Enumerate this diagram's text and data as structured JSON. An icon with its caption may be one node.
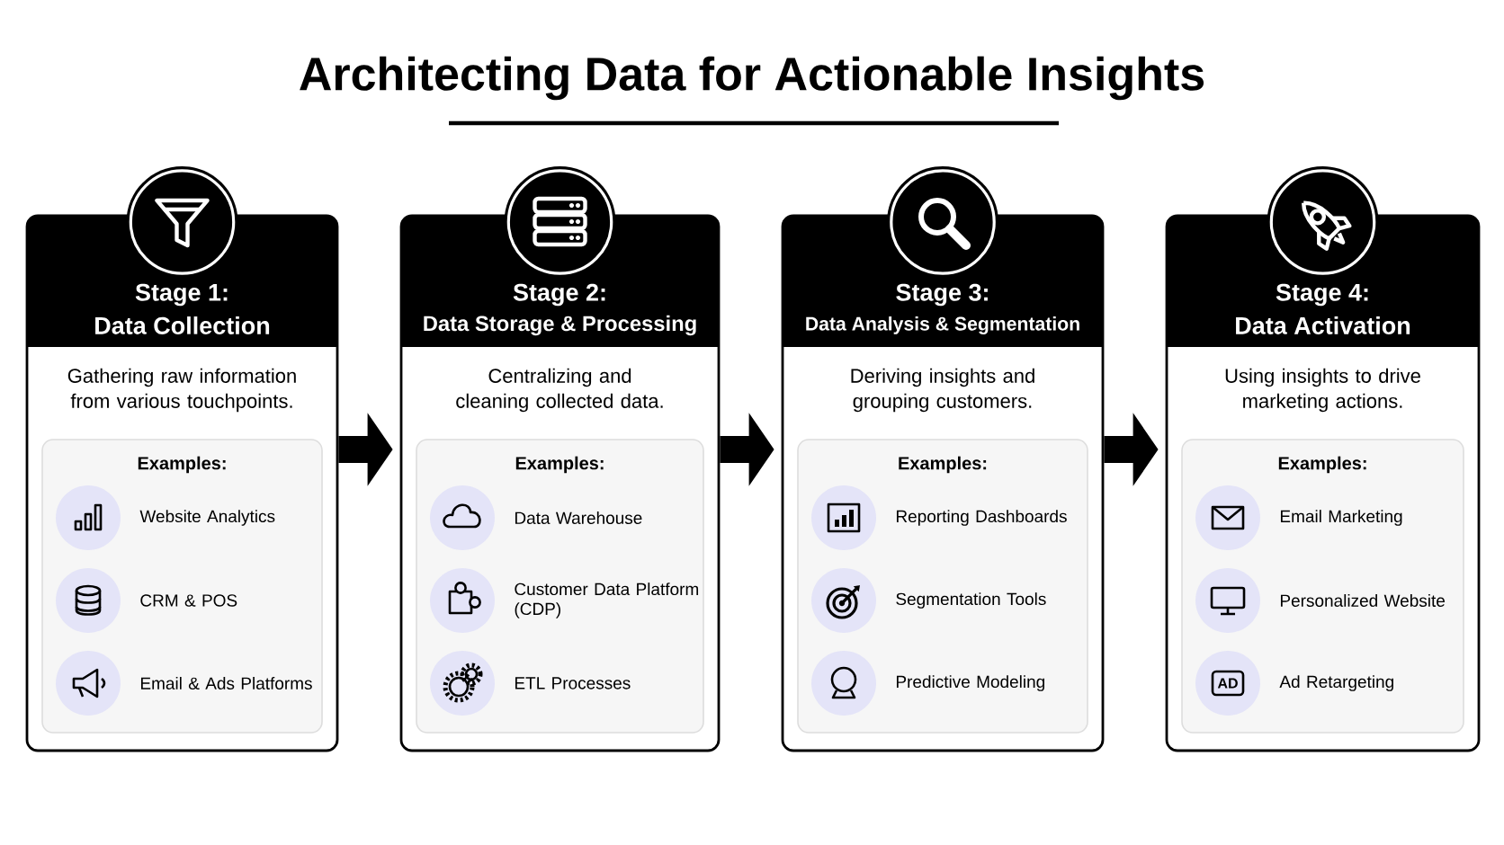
{
  "diagram": {
    "title": "Architecting Data for Actionable Insights",
    "nodes": [
      {
        "text": [
          "Stage 1:",
          "Data Collection",
          "Gathering raw information from various touchpoints."
        ]
      },
      {
        "text": [
          "Examples:"
        ],
        "in": 0
      },
      {
        "text": [
          "Website Analytics"
        ],
        "in": 1
      },
      {
        "text": [
          "CRM & POS"
        ],
        "in": 1
      },
      {
        "text": [
          "Email & Ads Platforms"
        ],
        "in": 1
      },
      {
        "text": [
          "Stage 2:",
          "Data Storage & Processing",
          "Centralizing and cleaning collected data."
        ]
      },
      {
        "text": [
          "Examples:"
        ],
        "in": 5
      },
      {
        "text": [
          "Data Warehouse"
        ],
        "in": 6
      },
      {
        "text": [
          "Customer Data Platform (CDP)"
        ],
        "in": 6
      },
      {
        "text": [
          "ETL Processes"
        ],
        "in": 6
      },
      {
        "text": [
          "Stage 3:",
          "Data Analysis & Segmentation",
          "Deriving insights and grouping customers."
        ]
      },
      {
        "text": [
          "Examples:"
        ],
        "in": 10
      },
      {
        "text": [
          "Reporting Dashboards"
        ],
        "in": 11
      },
      {
        "text": [
          "Segmentation Tools"
        ],
        "in": 11
      },
      {
        "text": [
          "Predictive Modeling"
        ],
        "in": 11
      },
      {
        "text": [
          "Stage 4:",
          "Data Activation",
          "Using insights to drive marketing actions."
        ]
      },
      {
        "text": [
          "Examples:"
        ],
        "in": 15
      },
      {
        "text": [
          "Email Marketing"
        ],
        "in": 16
      },
      {
        "text": [
          "Personalized Website"
        ],
        "in": 16
      },
      {
        "text": [
          "Ad Retargeting"
        ],
        "in": 16
      }
    ],
    "edges": [
      {
        "from": 0,
        "to": 5,
        "arrow": "to"
      },
      {
        "from": 5,
        "to": 10,
        "arrow": "to"
      },
      {
        "from": 10,
        "to": 15,
        "arrow": "to"
      }
    ],
    "labels": [
      "AD"
    ]
  }
}
